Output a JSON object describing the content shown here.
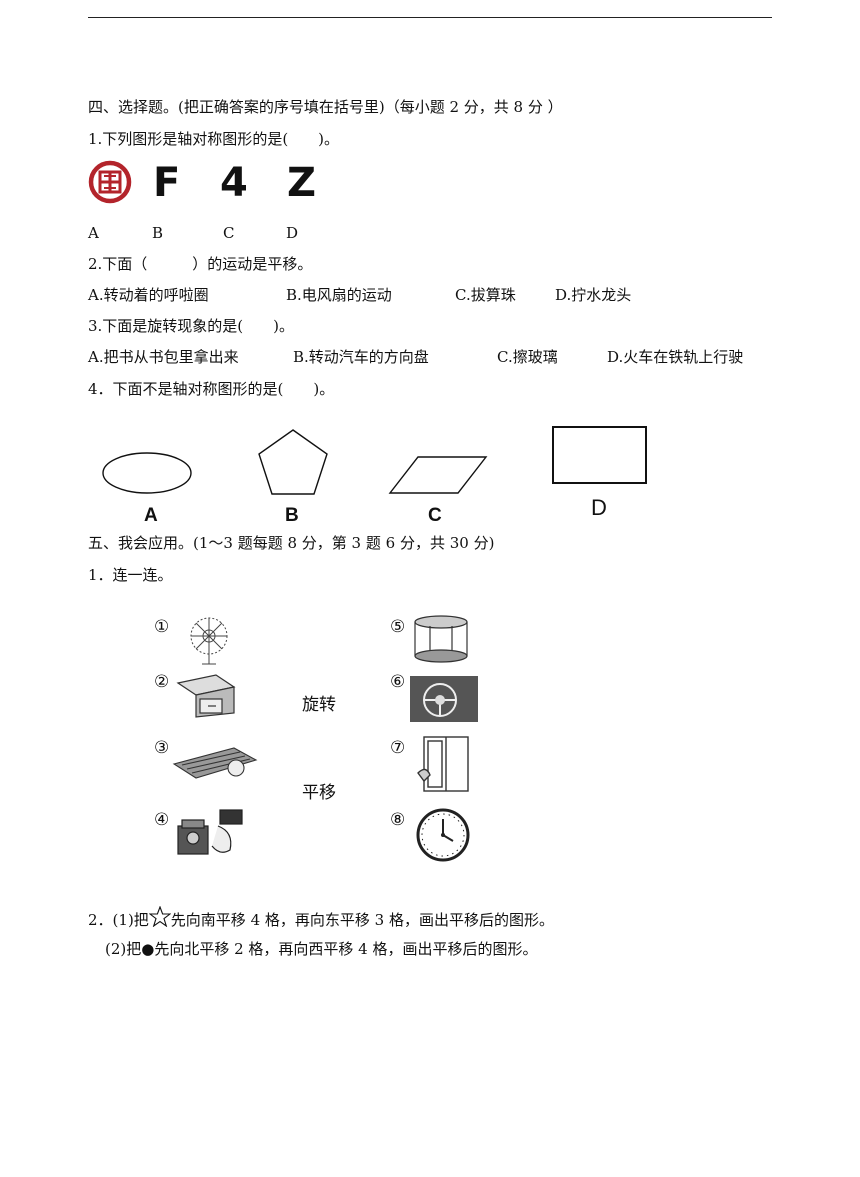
{
  "section4": {
    "title": "四、选择题。(把正确答案的序号填在括号里)（每小题 2 分，共 8 分 ）",
    "q1": {
      "text": "1.下列图形是轴对称图形的是(　　)。",
      "glyphs": [
        "F",
        "4",
        "Z"
      ],
      "labels": [
        "A",
        "B",
        "C",
        "D"
      ]
    },
    "q2": {
      "text": "2.下面（　　　）的运动是平移。",
      "options": [
        "A.转动着的呼啦圈",
        "B.电风扇的运动",
        "C.拔算珠",
        "D.拧水龙头"
      ]
    },
    "q3": {
      "text": "3.下面是旋转现象的是(　　)。",
      "options": [
        "A.把书从书包里拿出来",
        "B.转动汽车的方向盘",
        "C.擦玻璃",
        "D.火车在铁轨上行驶"
      ]
    },
    "q4": {
      "text": "4．下面不是轴对称图形的是(　　)。",
      "labels": [
        "A",
        "B",
        "C",
        "D"
      ]
    }
  },
  "section5": {
    "title": "五、我会应用。(1～3 题每题 8 分，第 3 题 6 分，共 30 分)",
    "q1": {
      "text": "1．连一连。",
      "numbers": [
        "①",
        "②",
        "③",
        "④",
        "⑤",
        "⑥",
        "⑦",
        "⑧"
      ],
      "words": [
        "旋转",
        "平移"
      ]
    },
    "q2": {
      "line1_pre": "2．(1)把",
      "line1_post": "先向南平移 4 格，再向东平移 3 格，画出平移后的图形。",
      "line2": "(2)把●先向北平移 2 格，再向西平移 4 格，画出平移后的图形。"
    }
  }
}
